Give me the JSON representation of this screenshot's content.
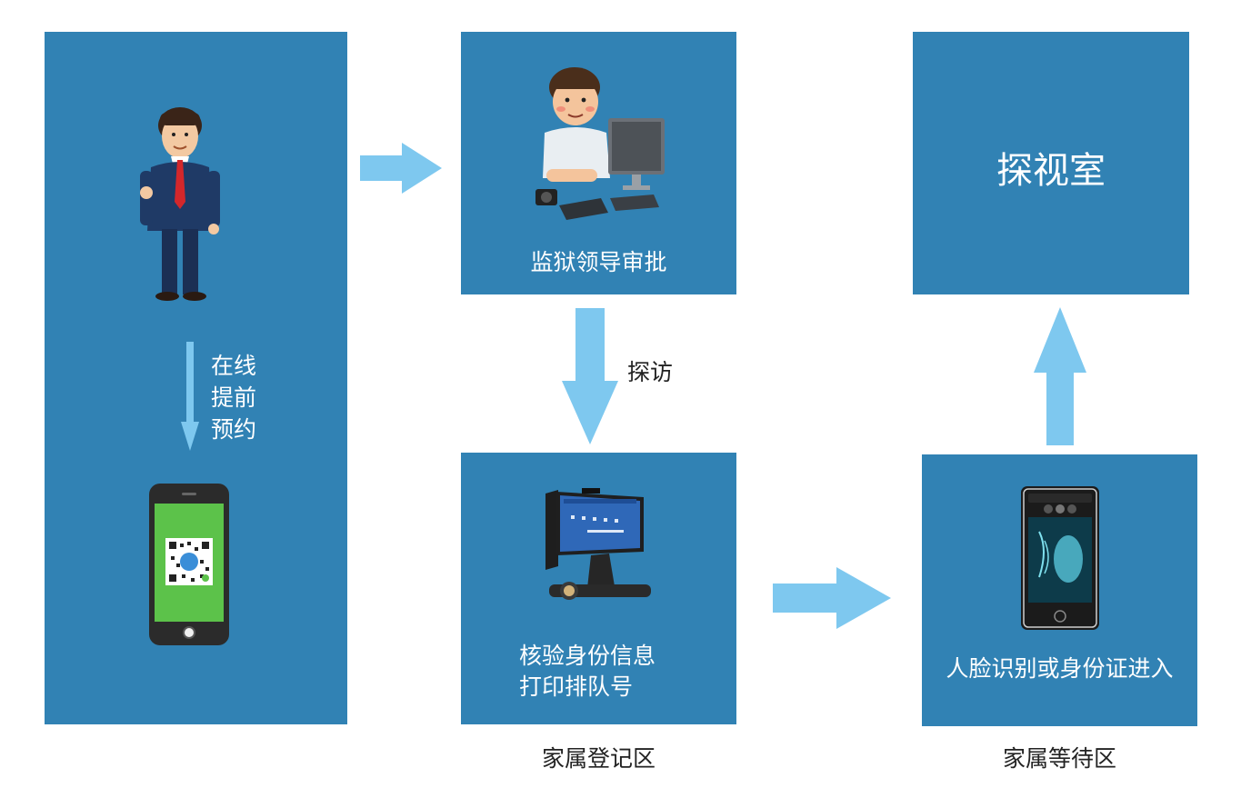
{
  "colors": {
    "box": "#3182b4",
    "arrow": "#7ec8ef",
    "text_light": "#ffffff",
    "text_dark": "#222222"
  },
  "steps": {
    "online": {
      "lines": [
        "在线",
        "提前",
        "预约"
      ]
    },
    "approval": {
      "label": "监狱领导审批"
    },
    "visit": {
      "arrow_label": "探访"
    },
    "registration": {
      "lines": [
        "核验身份信息",
        "打印排队号"
      ],
      "area_label": "家属登记区"
    },
    "waiting": {
      "label": "人脸识别或身份证进入",
      "area_label": "家属等待区"
    },
    "room": {
      "label": "探视室"
    }
  },
  "icons": {
    "visitor": "businessman-icon",
    "phone": "smartphone-qr-icon",
    "officer": "officer-computer-icon",
    "kiosk": "kiosk-terminal-icon",
    "face_terminal": "face-recognition-terminal-icon"
  }
}
